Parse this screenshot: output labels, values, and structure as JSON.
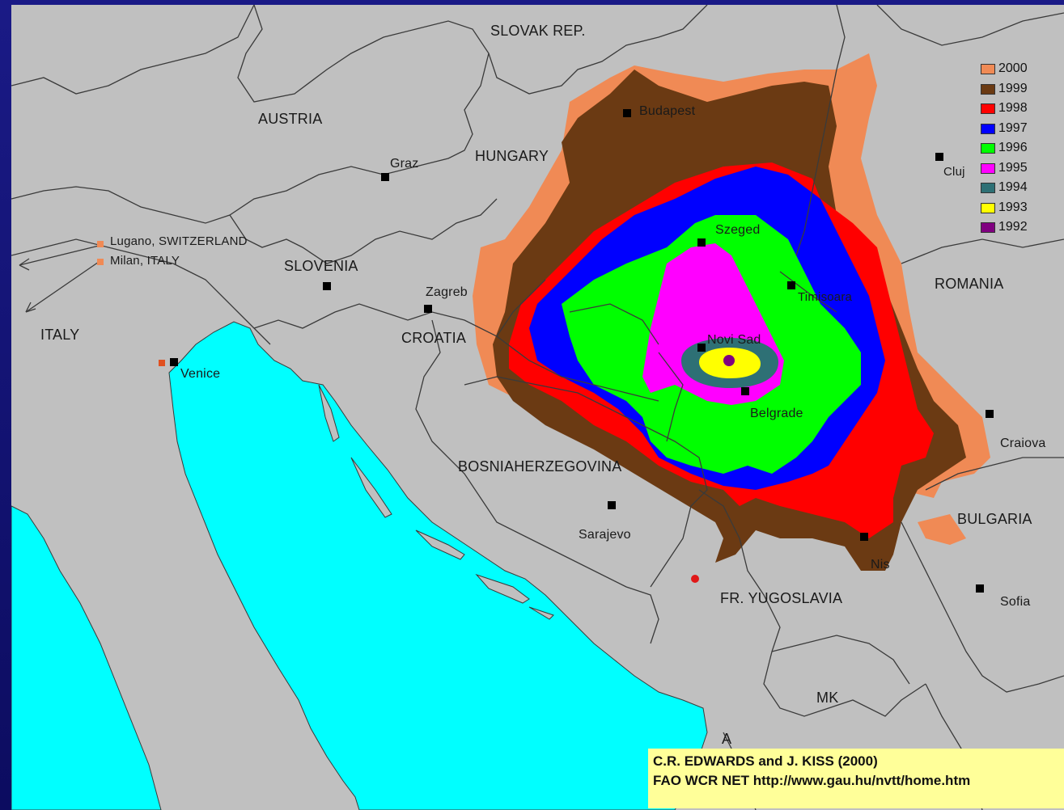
{
  "map": {
    "countries": [
      "SLOVAK REP.",
      "AUSTRIA",
      "HUNGARY",
      "SLOVENIA",
      "CROATIA",
      "ITALY",
      "ROMANIA",
      "BOSNIAHERZEGOVINA",
      "FR. YUGOSLAVIA",
      "BULGARIA",
      "MK",
      "A"
    ],
    "cities": [
      "Budapest",
      "Graz",
      "Cluj",
      "Szeged",
      "Zagreb",
      "Timisoara",
      "Novi Sad",
      "Venice",
      "Belgrade",
      "Craiova",
      "Sarajevo",
      "Nis",
      "Sofia"
    ],
    "external_sites": [
      "Lugano, SWITZERLAND",
      "Milan, ITALY"
    ],
    "colors": {
      "land": "#c0c0c0",
      "sea": "#00ffff",
      "border_line": "#3a3a3a",
      "city_marker": "#000000"
    }
  },
  "legend": [
    {
      "year": "2000",
      "color": "#f08a55"
    },
    {
      "year": "1999",
      "color": "#6b3a13"
    },
    {
      "year": "1998",
      "color": "#ff0000"
    },
    {
      "year": "1997",
      "color": "#0000ff"
    },
    {
      "year": "1996",
      "color": "#00ff00"
    },
    {
      "year": "1995",
      "color": "#ff00ff"
    },
    {
      "year": "1994",
      "color": "#2e7075"
    },
    {
      "year": "1993",
      "color": "#ffff00"
    },
    {
      "year": "1992",
      "color": "#800080"
    }
  ],
  "credit": {
    "line1": "C.R. EDWARDS and J. KISS (2000)",
    "line2": "FAO WCR NET http://www.gau.hu/nvtt/home.htm"
  }
}
